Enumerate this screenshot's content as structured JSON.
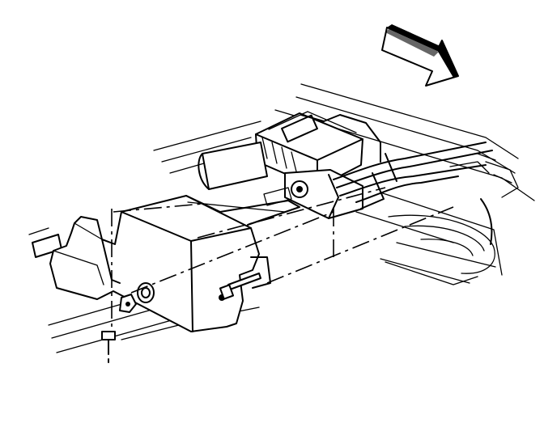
{
  "diagram": {
    "colors": {
      "ink": "#000000",
      "paper": "#ffffff"
    },
    "icons": {
      "direction_arrow": "front-direction-arrow-icon"
    },
    "parts": [
      "vehicle-frame-rail",
      "ebcm-module",
      "brake-pressure-modulator-valve",
      "brake-lines",
      "mounting-bracket-shield",
      "bracket-bolt",
      "bracket-nut",
      "bracket-stud-bolt",
      "crossmember",
      "fuel-tank-skin"
    ]
  }
}
